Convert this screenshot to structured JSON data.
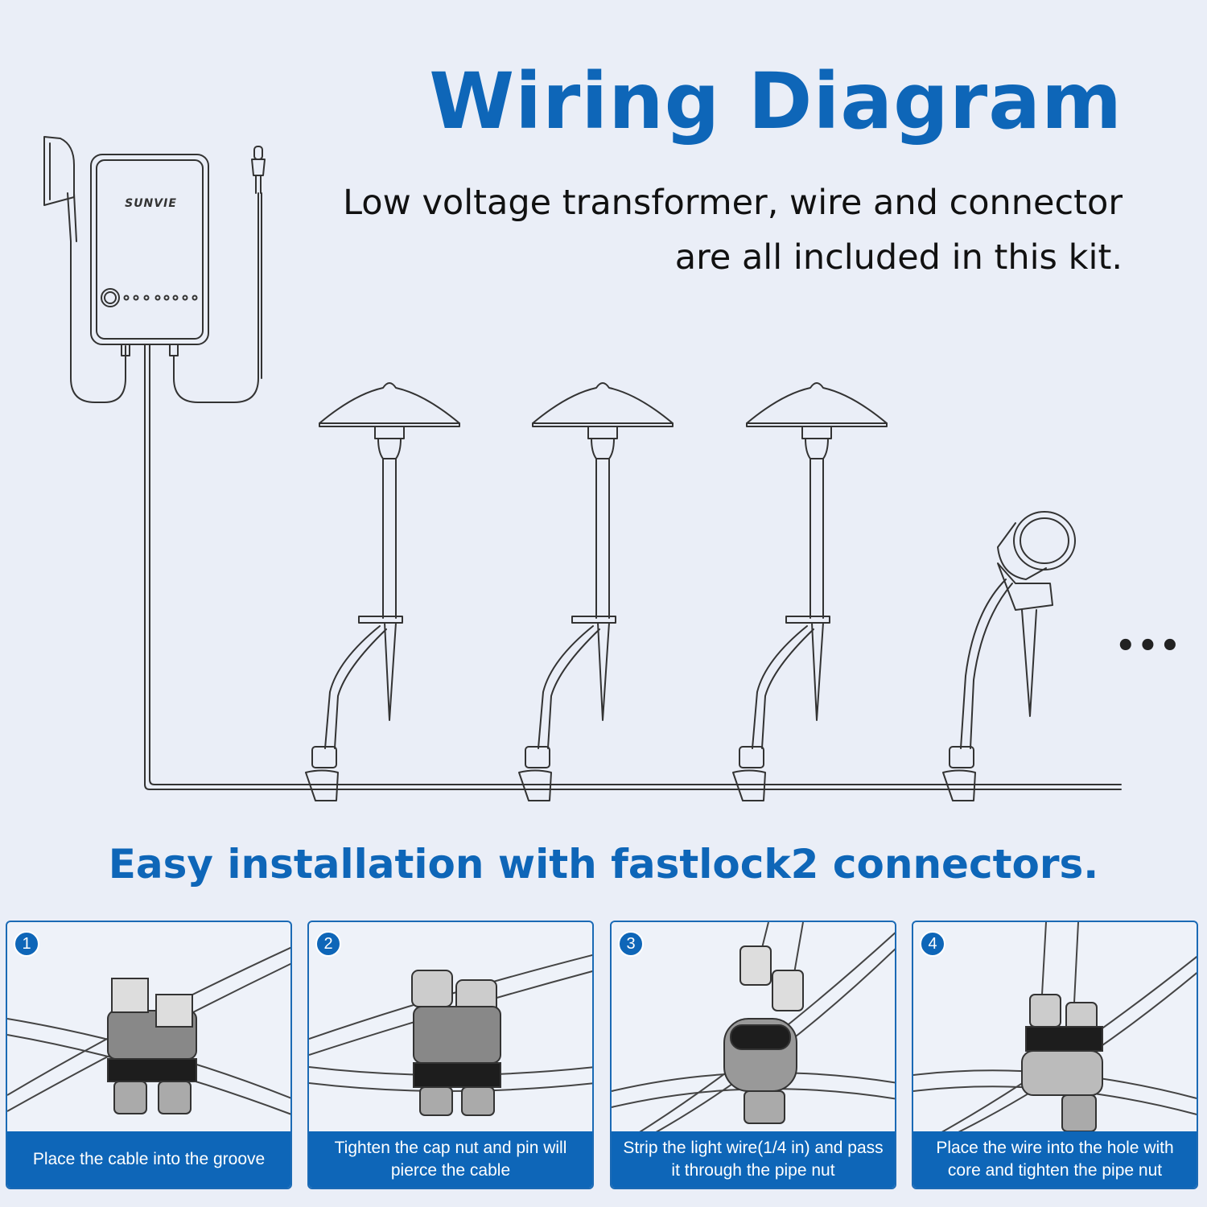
{
  "title": "Wiring Diagram",
  "subtitle": {
    "line1": "Low voltage transformer, wire and connector",
    "line2": "are all included in this kit."
  },
  "transformer": {
    "brand": "SUNVIE"
  },
  "ellipsis": "•••",
  "headline": "Easy installation with fastlock2 connectors.",
  "steps": [
    {
      "number": "1",
      "caption": "Place the cable into the groove"
    },
    {
      "number": "2",
      "caption": "Tighten the cap nut and pin will pierce the cable"
    },
    {
      "number": "3",
      "caption": "Strip the light wire(1/4 in) and pass it through the pipe nut"
    },
    {
      "number": "4",
      "caption": "Place the wire into the hole with core and tighten the pipe nut"
    }
  ],
  "colors": {
    "accent": "#0e66b8",
    "background": "#eaeef7",
    "line": "#333333"
  }
}
